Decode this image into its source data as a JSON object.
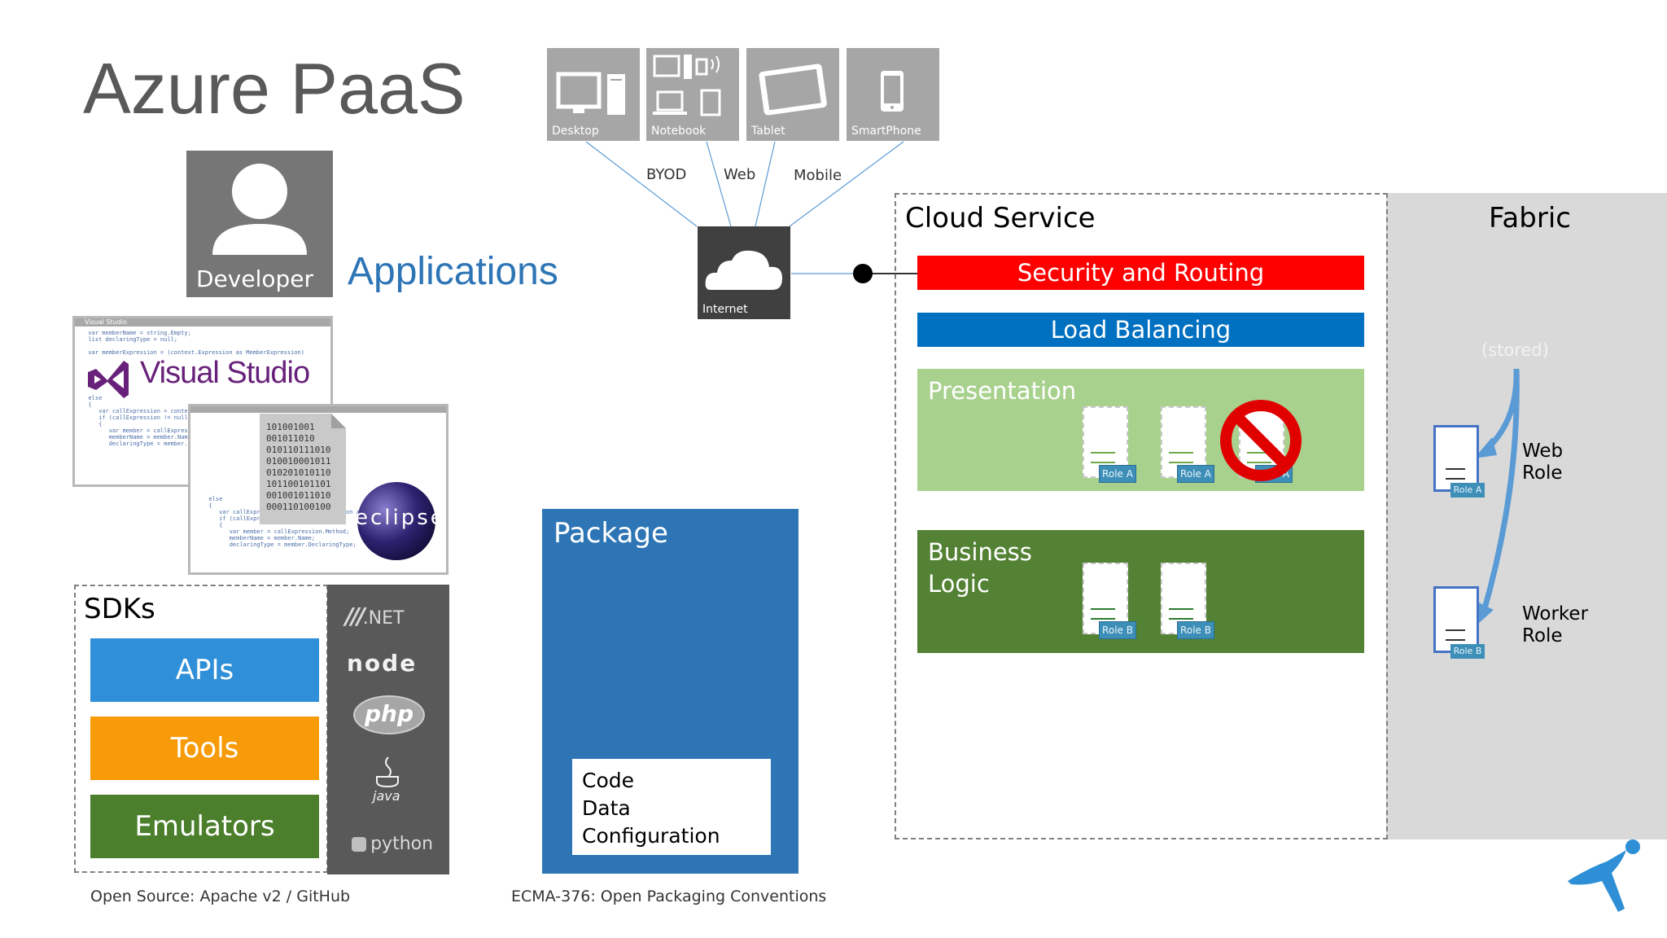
{
  "title": "Azure PaaS",
  "developer": {
    "label": "Developer"
  },
  "applications_label": "Applications",
  "devices": [
    {
      "label": "Desktop",
      "icon": "desktop-icon"
    },
    {
      "label": "Notebook",
      "icon": "notebook-icon"
    },
    {
      "label": "Tablet",
      "icon": "tablet-icon"
    },
    {
      "label": "SmartPhone",
      "icon": "smartphone-icon"
    }
  ],
  "connections": {
    "byod": "BYOD",
    "web": "Web",
    "mobile": "Mobile"
  },
  "internet": {
    "label": "Internet",
    "icon": "cloud-icon"
  },
  "ide": {
    "visual_studio_window_title": "Visual Studio",
    "visual_studio_logo": "Visual Studio",
    "eclipse_logo": "eclipse",
    "binary": "101001001\n001011010\n010110111010\n010010001011\n010201010110\n101100101101\n001001011010\n000110100100"
  },
  "sdks": {
    "title": "SDKs",
    "items": [
      {
        "label": "APIs",
        "color": "#2f8fd8"
      },
      {
        "label": "Tools",
        "color": "#f79b09"
      },
      {
        "label": "Emulators",
        "color": "#4b7f2c"
      }
    ],
    "platforms": [
      ".NET",
      "node",
      "php",
      "java",
      "python"
    ],
    "footer": "Open Source: Apache v2 / GitHub"
  },
  "package": {
    "title": "Package",
    "contents": [
      "Code",
      "Data",
      "Configuration"
    ],
    "footer": "ECMA-376: Open Packaging Conventions"
  },
  "cloud_service": {
    "title": "Cloud Service",
    "security": "Security and Routing",
    "load_balancing": "Load Balancing",
    "presentation": "Presentation",
    "business_logic": [
      "Business",
      "Logic"
    ],
    "role_a": "Role A",
    "role_b": "Role B"
  },
  "fabric": {
    "title": "Fabric",
    "stored": "(stored)",
    "web_role": [
      "Web",
      "Role"
    ],
    "worker_role": [
      "Worker",
      "Role"
    ]
  },
  "colors": {
    "security": "#ff0000",
    "load_balancing": "#0070c0",
    "presentation": "#a9d18e",
    "business_logic": "#548235",
    "package": "#2e75b6",
    "fabric": "#d9d9d9"
  }
}
